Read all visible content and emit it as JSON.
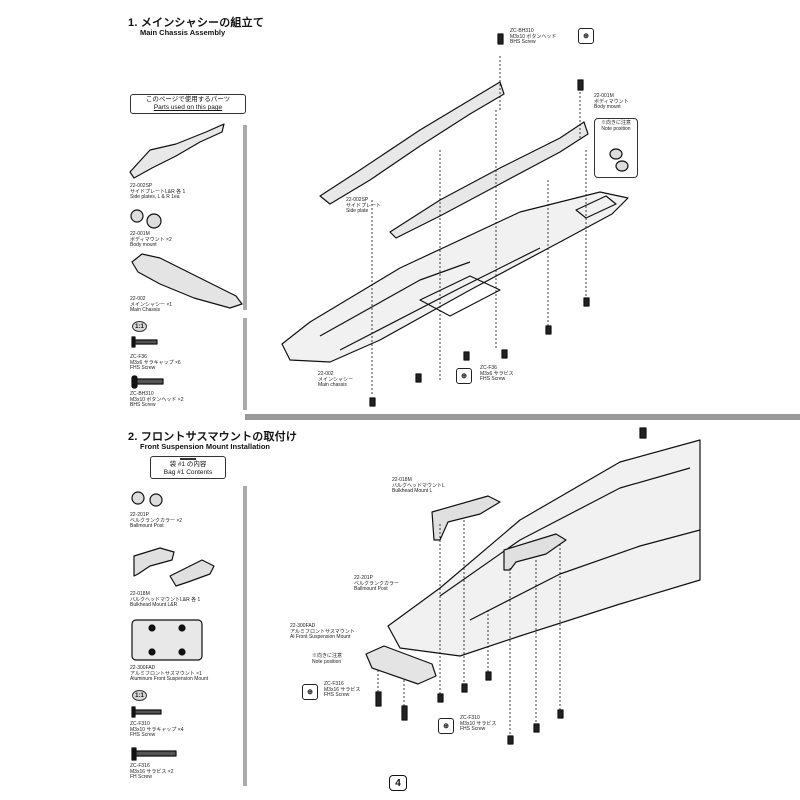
{
  "step1": {
    "title": "1. メインシャシーの組立て",
    "subtitle": "Main Chassis Assembly",
    "parts_box": {
      "jp": "このページで使用するパーツ",
      "en": "Parts used on this page"
    },
    "parts": [
      {
        "code": "22-002SP",
        "jp": "サイドプレートL&R 各 1",
        "en": "Side plates, L & R 1ea"
      },
      {
        "code": "22-001M",
        "jp": "ボディマウント ×2",
        "en": "Body mount"
      },
      {
        "code": "22-002",
        "jp": "メインシャシー ×1",
        "en": "Main Chassis"
      },
      {
        "code": "ZC-F36",
        "jp": "M3x6 サラキャップ ×6",
        "en": "FHS Screw"
      },
      {
        "code": "ZC-BH310",
        "jp": "M3x10 ボタンヘッド ×2",
        "en": "BHS Screw"
      }
    ],
    "scale_label": "1:1",
    "callouts": [
      {
        "code": "ZC-BH310",
        "jp": "M3x10 ボタンヘッド",
        "en": "BHS Screw"
      },
      {
        "code": "22-001M",
        "jp": "ボディマウント",
        "en": "Body mount"
      },
      {
        "code": "22-002SP",
        "jp": "サイドプレート",
        "en": "Side plate"
      },
      {
        "code": "22-002",
        "jp": "メインシャシー",
        "en": "Main chassis"
      },
      {
        "code": "ZC-F36",
        "jp": "M3x6 サラビス",
        "en": "FHS Screw"
      }
    ],
    "note": {
      "jp": "※向きに注意",
      "en": "Note position"
    }
  },
  "step2": {
    "title": "2. フロントサスマウントの取付け",
    "subtitle": "Front Suspension Mount Installation",
    "bag_box": {
      "jp": "袋 #1 の内容",
      "en": "Bag #1 Contents"
    },
    "parts": [
      {
        "code": "22-201P",
        "jp": "ベルクランクカラー ×2",
        "en": "Ballmount Post"
      },
      {
        "code": "22-018M",
        "jp": "バルクヘッドマウントL&R 各 1",
        "en": "Bulkhead Mount L&R"
      },
      {
        "code": "22-300FAD",
        "jp": "アルミフロントサスマウント ×1",
        "en": "Aluminum Front Suspension Mount"
      },
      {
        "code": "ZC-F310",
        "jp": "M3x10 サラキャップ ×4",
        "en": "FHS Screw"
      },
      {
        "code": "ZC-F316",
        "jp": "M3x16 サラビス ×2",
        "en": "FH Screw"
      }
    ],
    "scale_label": "1:1",
    "callouts": [
      {
        "code": "22-018M",
        "jp": "バルクヘッドマウントL",
        "en": "Bulkhead Mount L"
      },
      {
        "code": "22-201P",
        "jp": "ベルクランクカラー",
        "en": "Ballmount Post"
      },
      {
        "code": "22-300FAD",
        "jp": "アルミフロントサスマウント",
        "en": "Al Front Suspension Mount"
      },
      {
        "code": "ZC-F316",
        "jp": "M3x16 サラビス",
        "en": "FHS Screw"
      },
      {
        "code": "ZC-F310",
        "jp": "M3x10 サラビス",
        "en": "FHS Screw"
      }
    ],
    "note": {
      "jp": "※向きに注意",
      "en": "Note position"
    }
  },
  "page_number": "4"
}
